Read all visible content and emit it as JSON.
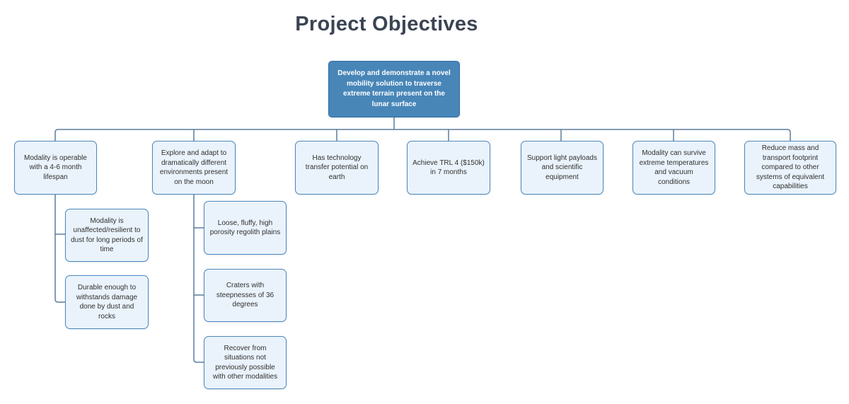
{
  "title": "Project Objectives",
  "colors": {
    "root_fill": "#4886b8",
    "root_border": "#2f6da4",
    "root_text": "#ffffff",
    "child_fill": "#eaf3fb",
    "child_border": "#4d87be",
    "child_text": "#303030",
    "connector": "#5c7c9d",
    "title_text": "#3b4453",
    "background": "#ffffff"
  },
  "tree": {
    "root": {
      "label": "Develop and demonstrate a novel mobility solution to traverse extreme terrain present on the lunar surface"
    },
    "children": [
      {
        "label": "Modality is operable with a 4-6 month lifespan",
        "children": [
          {
            "label": "Modality is unaffected/resilient to dust for long periods of time"
          },
          {
            "label": "Durable enough to withstands damage done by dust and rocks"
          }
        ]
      },
      {
        "label": "Explore and adapt to dramatically different environments present on the moon",
        "children": [
          {
            "label": "Loose, fluffy, high porosity regolith plains"
          },
          {
            "label": "Craters with steepnesses of 36 degrees"
          },
          {
            "label": "Recover from situations not previously possible with other modalities"
          }
        ]
      },
      {
        "label": "Has technology transfer potential on earth",
        "children": []
      },
      {
        "label": "Achieve TRL 4 ($150k) in 7 months",
        "children": []
      },
      {
        "label": "Support light payloads and scientific equipment",
        "children": []
      },
      {
        "label": "Modality can survive extreme temperatures and vacuum conditions",
        "children": []
      },
      {
        "label": "Reduce mass and transport footprint compared to other systems of equivalent capabilities",
        "children": []
      }
    ]
  }
}
